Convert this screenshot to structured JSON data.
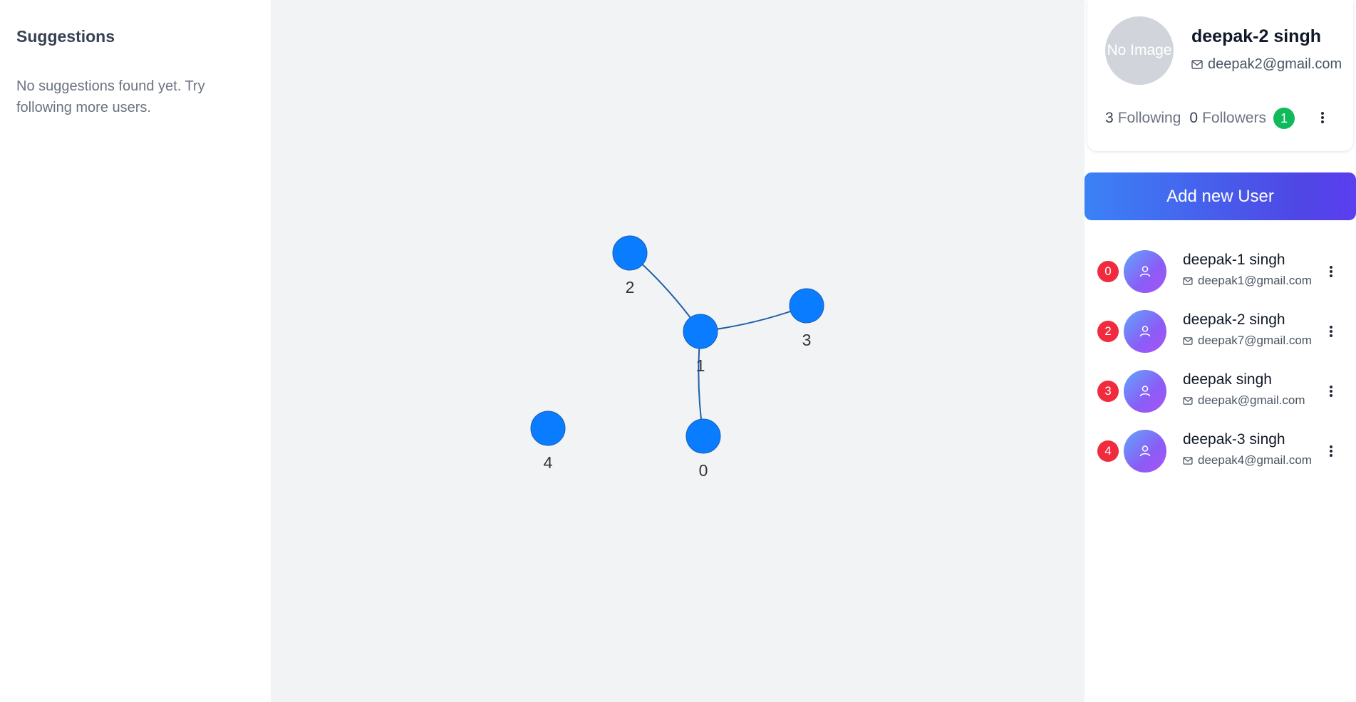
{
  "suggestions": {
    "title": "Suggestions",
    "empty_text": "No suggestions found yet. Try following more users."
  },
  "graph": {
    "nodes": [
      {
        "id": "0",
        "label": "0"
      },
      {
        "id": "1",
        "label": "1"
      },
      {
        "id": "2",
        "label": "2"
      },
      {
        "id": "3",
        "label": "3"
      },
      {
        "id": "4",
        "label": "4"
      }
    ],
    "edges": [
      [
        "1",
        "2"
      ],
      [
        "1",
        "3"
      ],
      [
        "1",
        "0"
      ]
    ],
    "node_color": "#0a7cff",
    "edge_color": "#1f5fa8"
  },
  "profile": {
    "avatar_text": "No Image",
    "name": "deepak-2 singh",
    "email": "deepak2@gmail.com",
    "following_count": "3",
    "following_label": "Following",
    "followers_count": "0",
    "followers_label": "Followers",
    "badge_count": "1",
    "mail_icon": "mail-icon",
    "menu_icon": "more-vertical-icon"
  },
  "add_user_button": {
    "label": "Add new User"
  },
  "users": [
    {
      "badge": "0",
      "name": "deepak-1 singh",
      "email": "deepak1@gmail.com"
    },
    {
      "badge": "2",
      "name": "deepak-2 singh",
      "email": "deepak7@gmail.com"
    },
    {
      "badge": "3",
      "name": "deepak singh",
      "email": "deepak@gmail.com"
    },
    {
      "badge": "4",
      "name": "deepak-3 singh",
      "email": "deepak4@gmail.com"
    }
  ],
  "colors": {
    "accent_gradient_start": "#3b82f6",
    "accent_gradient_end": "#4f46e5",
    "badge_red": "#ef2b3d",
    "badge_green": "#10b95a"
  }
}
